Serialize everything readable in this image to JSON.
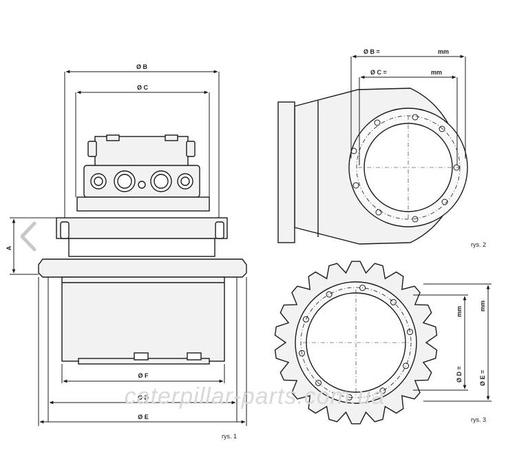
{
  "fig1": {
    "dim_b": "Ø B",
    "dim_c": "Ø C",
    "dim_a": "A",
    "dim_f": "Ø F",
    "dim_d": "Ø D",
    "dim_e": "Ø E",
    "caption": "rys. 1"
  },
  "fig2": {
    "dim_b": "Ø B =",
    "dim_b_unit": "mm",
    "dim_c": "Ø C =",
    "dim_c_unit": "mm",
    "caption": "rys. 2"
  },
  "fig3": {
    "dim_d": "Ø D =",
    "dim_d_unit": "mm",
    "dim_e": "Ø E =",
    "dim_e_unit": "mm",
    "caption": "rys. 3"
  },
  "watermark": "caterpillar-parts.com.ua",
  "icons": {
    "back": "chevron-left-icon"
  },
  "colors": {
    "line": "#1a1a1a",
    "fill": "#f2f2f2",
    "watermark": "#d8d8d8"
  }
}
